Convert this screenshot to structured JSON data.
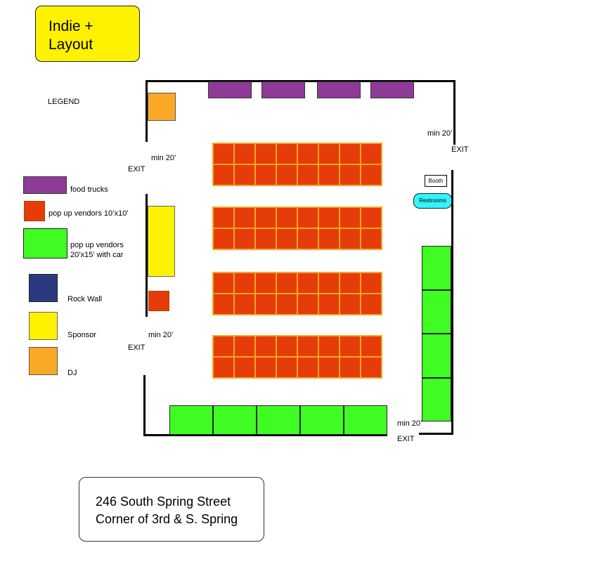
{
  "title": {
    "line1": "Indie +",
    "line2": "Layout"
  },
  "legend": {
    "heading": "LEGEND",
    "items": [
      {
        "key": "food_trucks",
        "label": "food trucks",
        "color": "#8e3b98"
      },
      {
        "key": "popup_small",
        "label": "pop up vendors 10’x10’",
        "color": "#e63c0a"
      },
      {
        "key": "popup_large",
        "label_line1": "pop up vendors",
        "label_line2": "20’x15’ with car",
        "color": "#3ffd23"
      },
      {
        "key": "rock_wall",
        "label": "Rock Wall",
        "color": "#2b3a80"
      },
      {
        "key": "sponsor",
        "label": "Sponsor",
        "color": "#fff200"
      },
      {
        "key": "dj",
        "label": "DJ",
        "color": "#f9a925"
      }
    ]
  },
  "map": {
    "exit_label": "EXIT",
    "clearance_label": "min 20’",
    "booth_label": "Booth",
    "restrooms_label": "Restrooms",
    "food_truck_count": 4,
    "vendor_block_count": 4,
    "vendor_block_columns": 8,
    "vendor_block_rows": 2,
    "green_bottom_count": 5,
    "green_right_count": 4
  },
  "address": {
    "line1": "246 South Spring Street",
    "line2": "Corner of 3rd & S. Spring"
  }
}
